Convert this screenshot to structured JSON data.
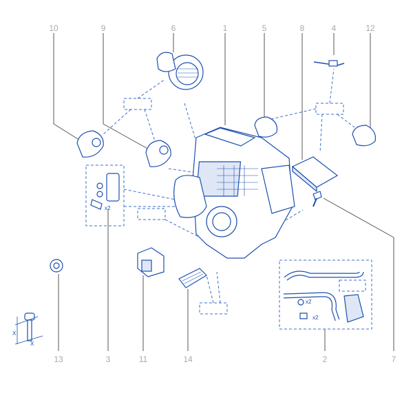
{
  "diagram": {
    "top_labels": [
      "10",
      "9",
      "6",
      "1",
      "5",
      "8",
      "4",
      "12"
    ],
    "bottom_labels": [
      "13",
      "3",
      "11",
      "14",
      "2",
      "7"
    ],
    "notes": {
      "valve_qty": "x2",
      "pipe_seal_qty": "x2",
      "pipe_clip_qty": "x2",
      "bolt_dim_a": "X",
      "bolt_dim_b": "X"
    },
    "colors": {
      "line": "#1a4fb0",
      "label": "#a9a9a9",
      "leader": "#555555"
    }
  }
}
